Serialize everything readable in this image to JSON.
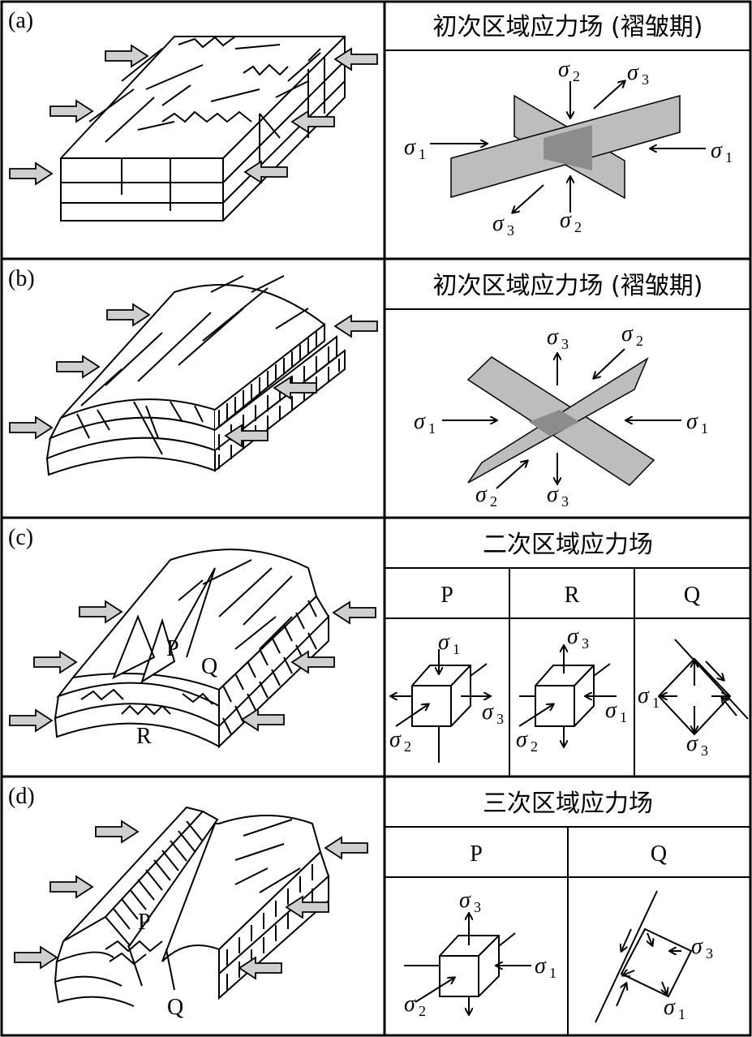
{
  "panels": [
    {
      "label": "(a)",
      "header": "初次区域应力场 (褶皱期)"
    },
    {
      "label": "(b)",
      "header": "初次区域应力场 (褶皱期)"
    },
    {
      "label": "(c)",
      "header": "二次区域应力场",
      "columns": [
        "P",
        "R",
        "Q"
      ],
      "block_labels": [
        "P",
        "Q",
        "R"
      ]
    },
    {
      "label": "(d)",
      "header": "三次区域应力场",
      "columns": [
        "P",
        "Q"
      ],
      "block_labels": [
        "P",
        "Q"
      ]
    }
  ],
  "stress": {
    "s1": "σ",
    "sub1": "1",
    "sub2": "2",
    "sub3": "3"
  },
  "colors": {
    "plane_fill": "#bdbdbd",
    "plane_overlap": "#8c8c8c",
    "arrow_fill": "#cfcfcf",
    "line": "#000000"
  },
  "icons": [
    "hollow-arrow-icon",
    "cube-icon",
    "fault-plane-icon"
  ]
}
